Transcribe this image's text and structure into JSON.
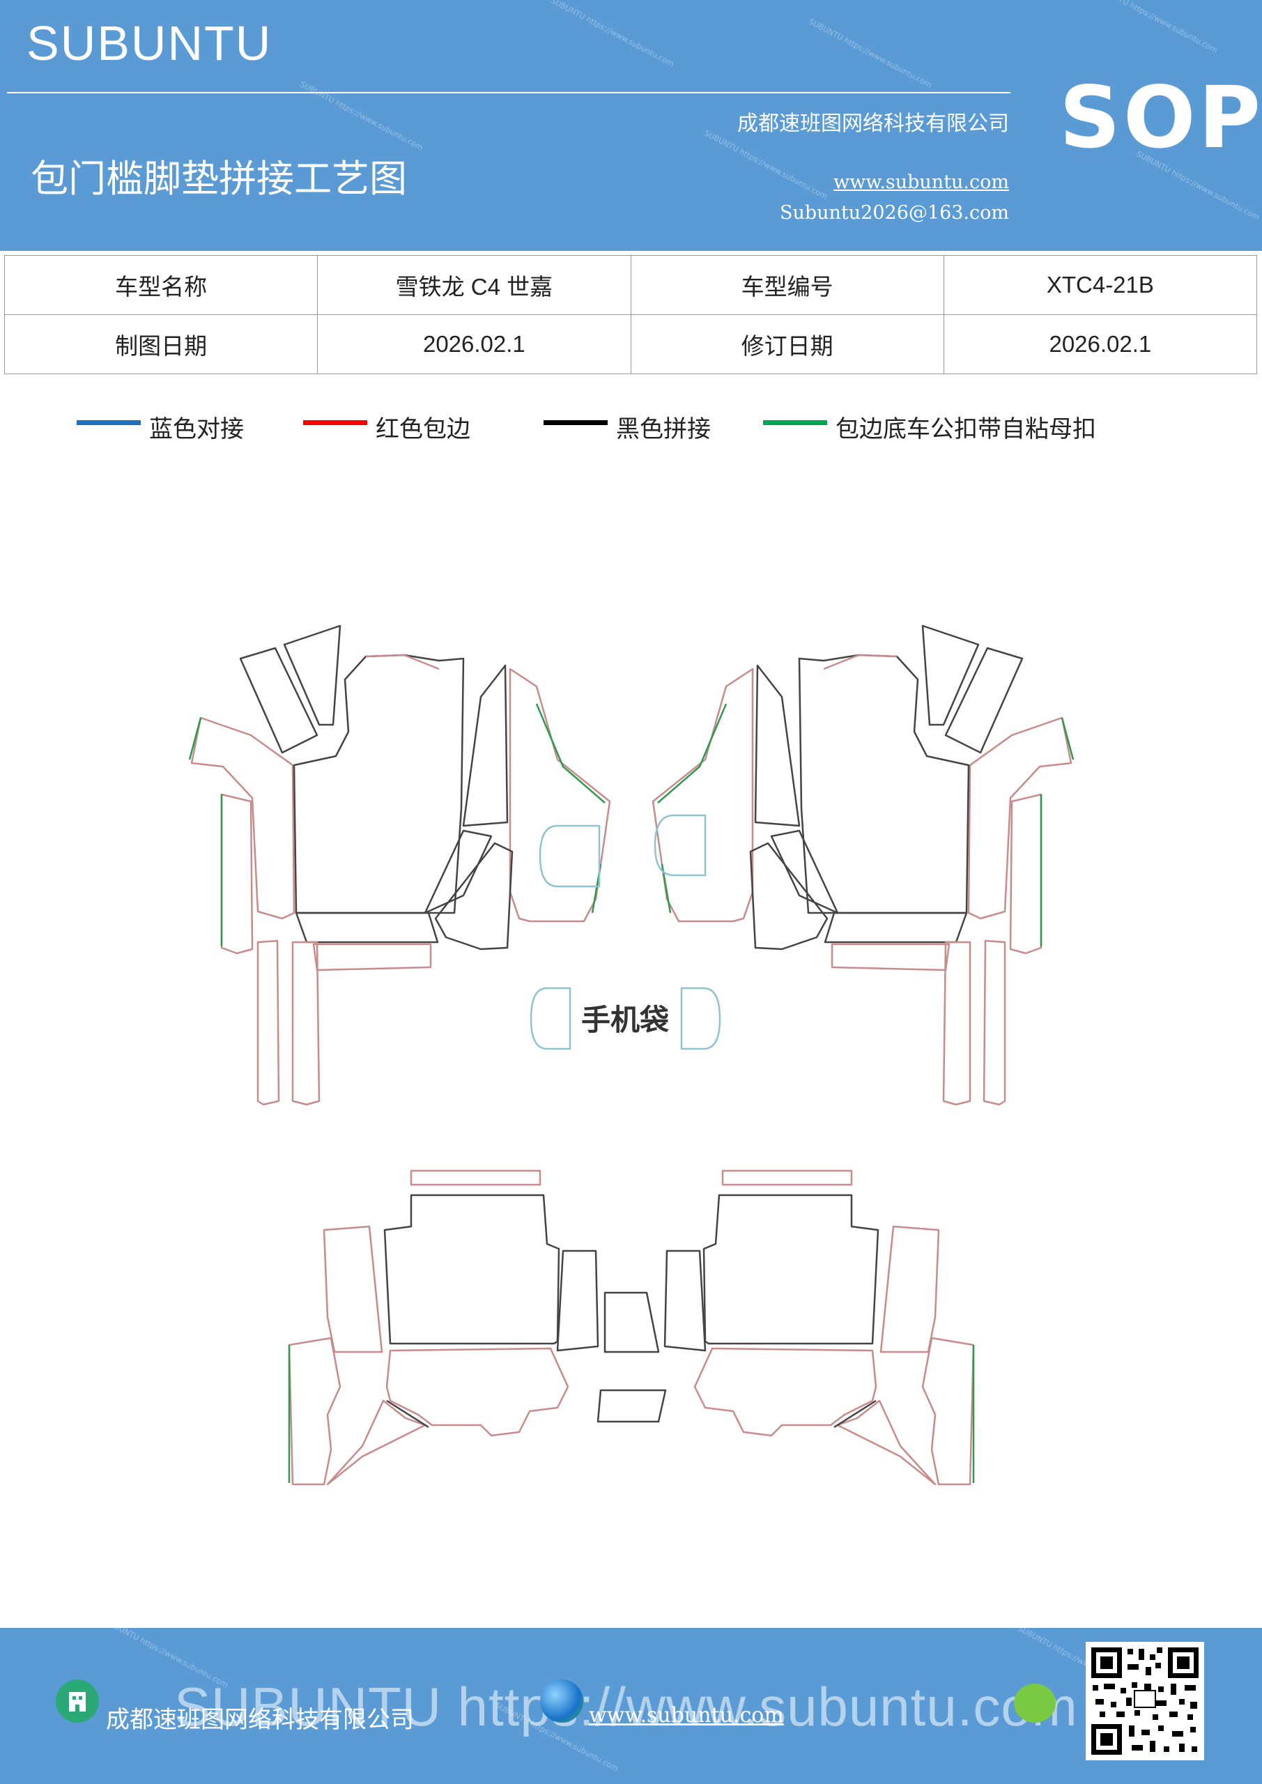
{
  "header": {
    "brand": "SUBUNTU",
    "badge": "SOP",
    "title": "包门槛脚垫拼接工艺图",
    "company": "成都速班图网络科技有限公司",
    "website": "www.subuntu.com",
    "email": "Subuntu2026@163.com",
    "background_color": "#5b9bd5"
  },
  "info_table": {
    "rows": [
      [
        {
          "label": "车型名称"
        },
        {
          "value": "雪铁龙 C4 世嘉"
        },
        {
          "label": "车型编号"
        },
        {
          "value": "XTC4-21B"
        }
      ],
      [
        {
          "label": "制图日期"
        },
        {
          "value": "2026.02.1"
        },
        {
          "label": "修订日期"
        },
        {
          "value": "2026.02.1"
        }
      ]
    ]
  },
  "legend": [
    {
      "label": "蓝色对接",
      "color": "#1f6fbf"
    },
    {
      "label": "红色包边",
      "color": "#ff0000"
    },
    {
      "label": "黑色拼接",
      "color": "#000000"
    },
    {
      "label": "包边底车公扣带自粘母扣",
      "color": "#00a651"
    }
  ],
  "diagram": {
    "center_label": "手机袋",
    "stroke_colors": {
      "seam": "#444444",
      "edge": "#c98a8a",
      "velcro": "#2e9a4e",
      "pocket": "#8fc3cf"
    }
  },
  "footer": {
    "watermark": "SUBUNTU https://www.subuntu.com",
    "company": "成都速班图网络科技有限公司",
    "website": "www.subuntu.com"
  }
}
